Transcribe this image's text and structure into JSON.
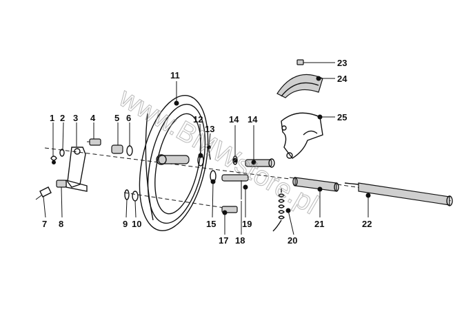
{
  "watermark": "www.BMWstore.pl",
  "callouts": [
    {
      "id": "1",
      "text": "1"
    },
    {
      "id": "2",
      "text": "2"
    },
    {
      "id": "3",
      "text": "3"
    },
    {
      "id": "4",
      "text": "4"
    },
    {
      "id": "5",
      "text": "5"
    },
    {
      "id": "6",
      "text": "6"
    },
    {
      "id": "7",
      "text": "7"
    },
    {
      "id": "8",
      "text": "8"
    },
    {
      "id": "9",
      "text": "9"
    },
    {
      "id": "10",
      "text": "10"
    },
    {
      "id": "11",
      "text": "11"
    },
    {
      "id": "12",
      "text": "12"
    },
    {
      "id": "13",
      "text": "13"
    },
    {
      "id": "14a",
      "text": "14"
    },
    {
      "id": "14b",
      "text": "14"
    },
    {
      "id": "15",
      "text": "15"
    },
    {
      "id": "17",
      "text": "17"
    },
    {
      "id": "18",
      "text": "18"
    },
    {
      "id": "19",
      "text": "19"
    },
    {
      "id": "20",
      "text": "20"
    },
    {
      "id": "21",
      "text": "21"
    },
    {
      "id": "22",
      "text": "22"
    },
    {
      "id": "23",
      "text": "23"
    },
    {
      "id": "24",
      "text": "24"
    },
    {
      "id": "25",
      "text": "25"
    }
  ]
}
